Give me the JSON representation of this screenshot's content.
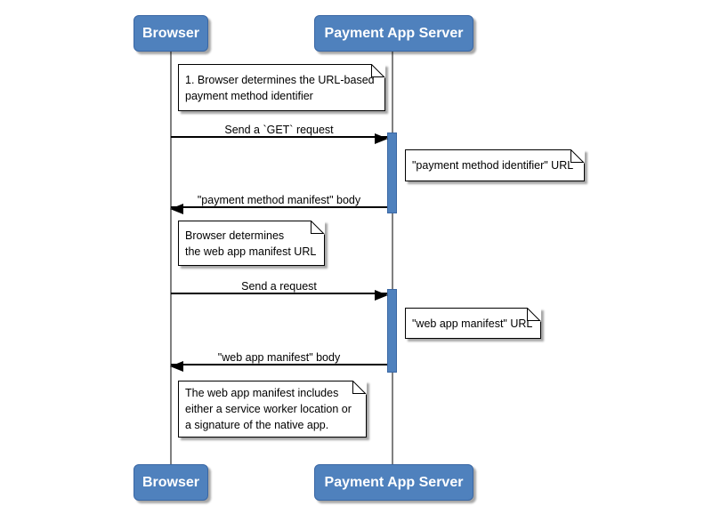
{
  "diagram_type": "uml-sequence-diagram",
  "actors": {
    "browser": "Browser",
    "payment_app_server": "Payment App Server"
  },
  "messages": {
    "get_request": "Send a `GET` request",
    "payment_method_manifest_body": "\"payment method manifest\" body",
    "send_request": "Send a request",
    "web_app_manifest_body": "\"web app manifest\" body"
  },
  "notes": {
    "determine_identifier": {
      "lines": [
        "1. Browser determines the URL-based",
        "payment method identifier"
      ]
    },
    "payment_method_identifier_url": {
      "lines": [
        "\"payment method identifier\" URL"
      ]
    },
    "determine_manifest": {
      "lines": [
        "Browser determines",
        "the web app manifest URL"
      ]
    },
    "web_app_manifest_url": {
      "lines": [
        "\"web app manifest\" URL"
      ]
    },
    "manifest_contents": {
      "lines": [
        "The web app manifest includes",
        "either a service worker location or",
        "a signature of the native app."
      ]
    }
  },
  "colors": {
    "actor_fill": "#4f81bd",
    "actor_border": "#3a67a4",
    "actor_text": "#ffffff",
    "lifeline": "#808080",
    "activation_fill": "#4f81bd",
    "note_fill": "#ffffff",
    "note_border": "#000000",
    "message_line": "#000000",
    "background": "#ffffff"
  }
}
